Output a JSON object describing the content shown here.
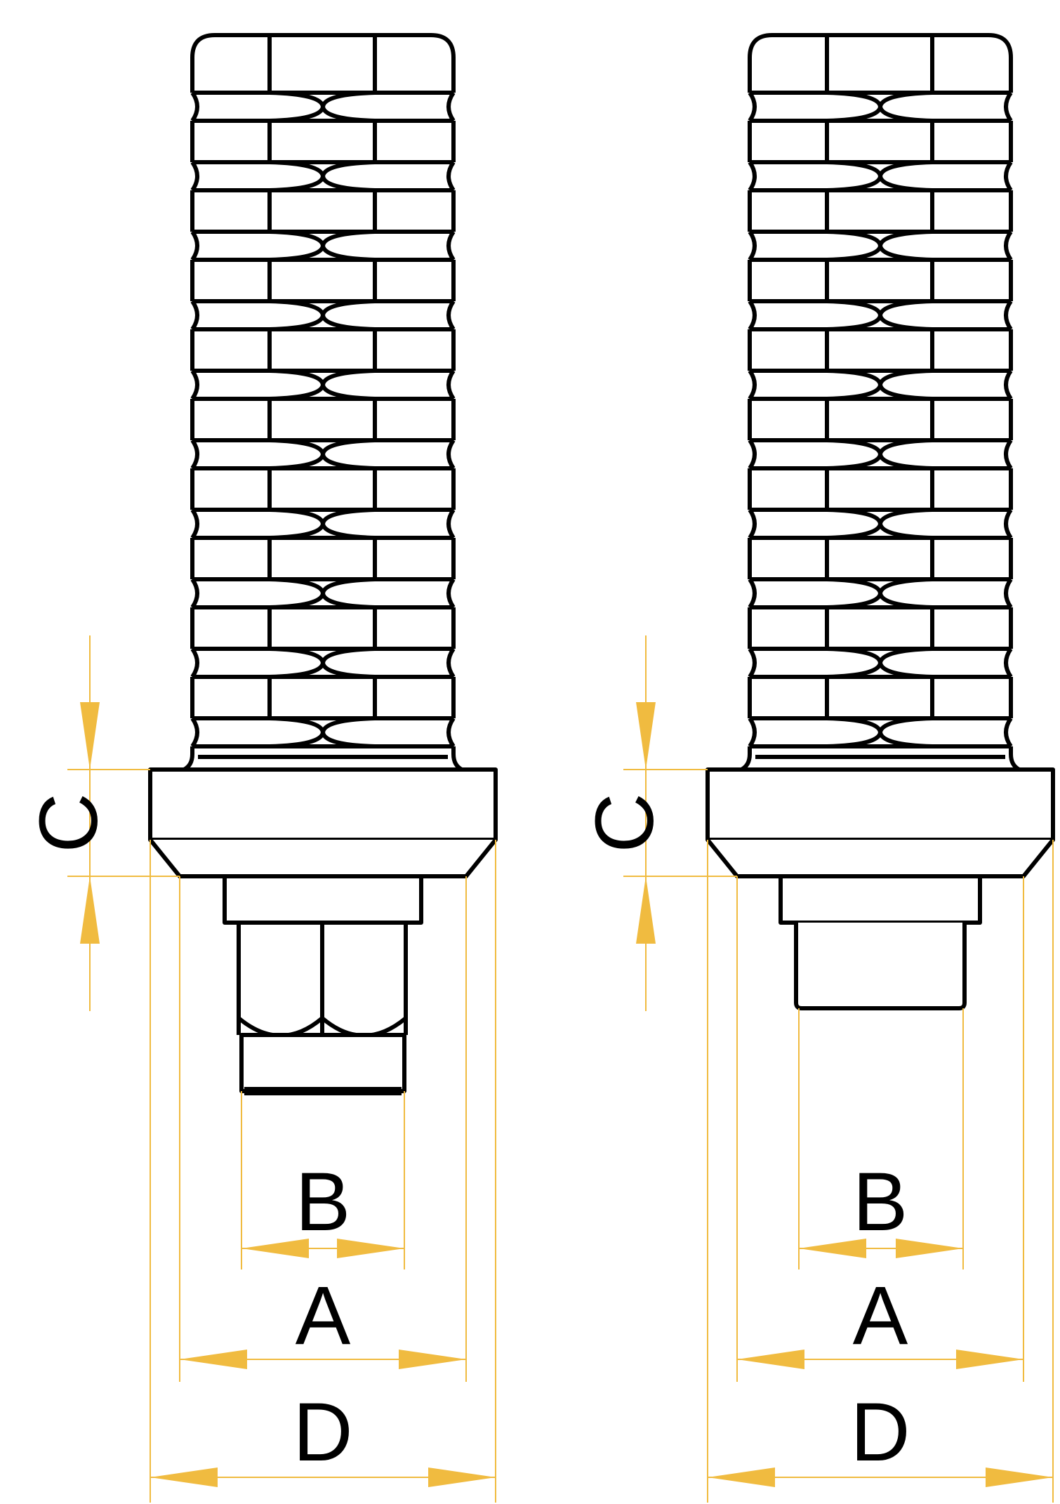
{
  "colors": {
    "outline": "#000000",
    "dimension": "#F0BB40",
    "background": "#FFFFFF"
  },
  "figures": [
    {
      "name": "abutment-hex",
      "labels": {
        "a": "A",
        "b": "B",
        "c": "C",
        "d": "D"
      }
    },
    {
      "name": "abutment-non-hex",
      "labels": {
        "a": "A",
        "b": "B",
        "c": "C",
        "d": "D"
      }
    }
  ]
}
